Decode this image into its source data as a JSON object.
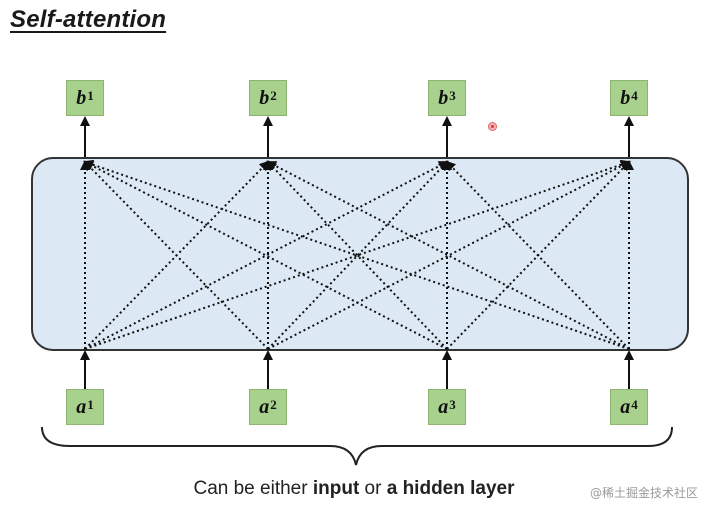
{
  "title": "Self-attention",
  "inputs": [
    {
      "label": "a",
      "index": "1"
    },
    {
      "label": "a",
      "index": "2"
    },
    {
      "label": "a",
      "index": "3"
    },
    {
      "label": "a",
      "index": "4"
    }
  ],
  "outputs": [
    {
      "label": "b",
      "index": "1"
    },
    {
      "label": "b",
      "index": "2"
    },
    {
      "label": "b",
      "index": "3"
    },
    {
      "label": "b",
      "index": "4"
    }
  ],
  "caption": {
    "prefix": "Can be either ",
    "input": "input",
    "middle": " or ",
    "hidden": "a hidden layer"
  },
  "watermark": "@稀土掘金技术社区",
  "colors": {
    "node_fill": "#a9d18e",
    "layer_fill": "#dce8f3",
    "arrow": "#111111",
    "pointer": "#d43b3b"
  }
}
